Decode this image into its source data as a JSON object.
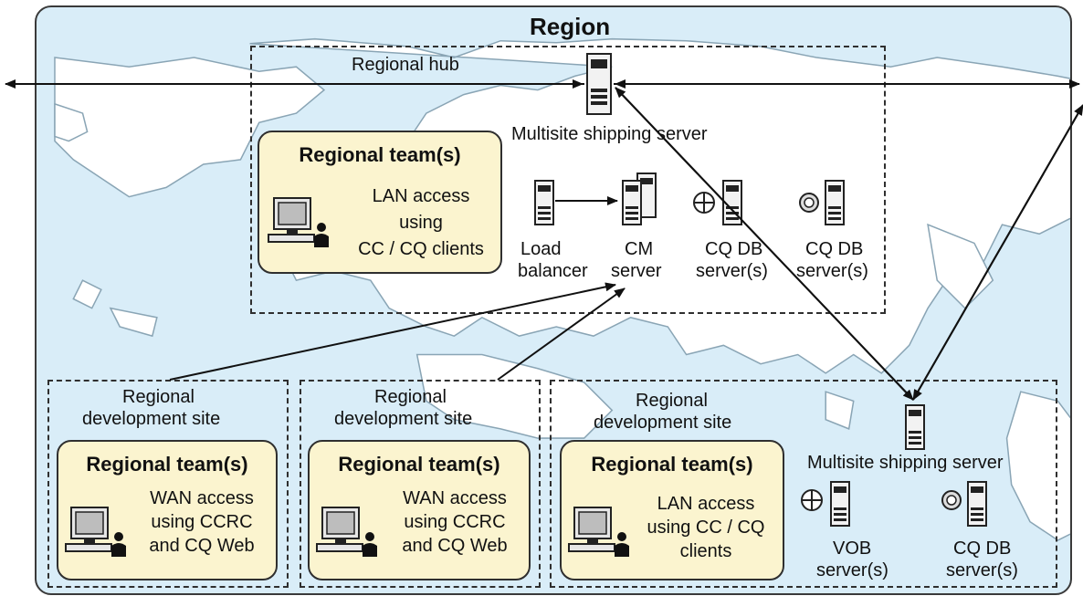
{
  "region_title": "Region",
  "hub": {
    "title": "Regional hub",
    "shipping_server": "Multisite shipping server",
    "team_title": "Regional team(s)",
    "team_access_1": "LAN access",
    "team_access_2": "using",
    "team_access_3": "CC / CQ clients",
    "servers": [
      {
        "line1": "Load",
        "line2": "balancer"
      },
      {
        "line1": "CM",
        "line2": "server"
      },
      {
        "line1": "CQ DB",
        "line2": "server(s)"
      },
      {
        "line1": "CQ DB",
        "line2": "server(s)"
      }
    ]
  },
  "sites": [
    {
      "title_1": "Regional",
      "title_2": "development site",
      "team_title": "Regional team(s)",
      "access_1": "WAN access",
      "access_2": "using CCRC",
      "access_3": "and CQ Web"
    },
    {
      "title_1": "Regional",
      "title_2": "development site",
      "team_title": "Regional team(s)",
      "access_1": "WAN access",
      "access_2": "using CCRC",
      "access_3": "and CQ Web"
    },
    {
      "title_1": "Regional",
      "title_2": "development site",
      "team_title": "Regional team(s)",
      "access_1": "LAN access",
      "access_2": "using CC / CQ",
      "access_3": "clients",
      "shipping_server": "Multisite shipping server",
      "vob_1": "VOB",
      "vob_2": "server(s)",
      "cqdb_1": "CQ DB",
      "cqdb_2": "server(s)"
    }
  ],
  "icons": [
    "server-icon",
    "computer-user-icon",
    "vob-globe-icon",
    "cq-database-icon"
  ],
  "colors": {
    "region_bg": "#d9edf8",
    "land": "#ffffff",
    "team_box": "#fbf4cf",
    "border": "#2f2f2f"
  }
}
